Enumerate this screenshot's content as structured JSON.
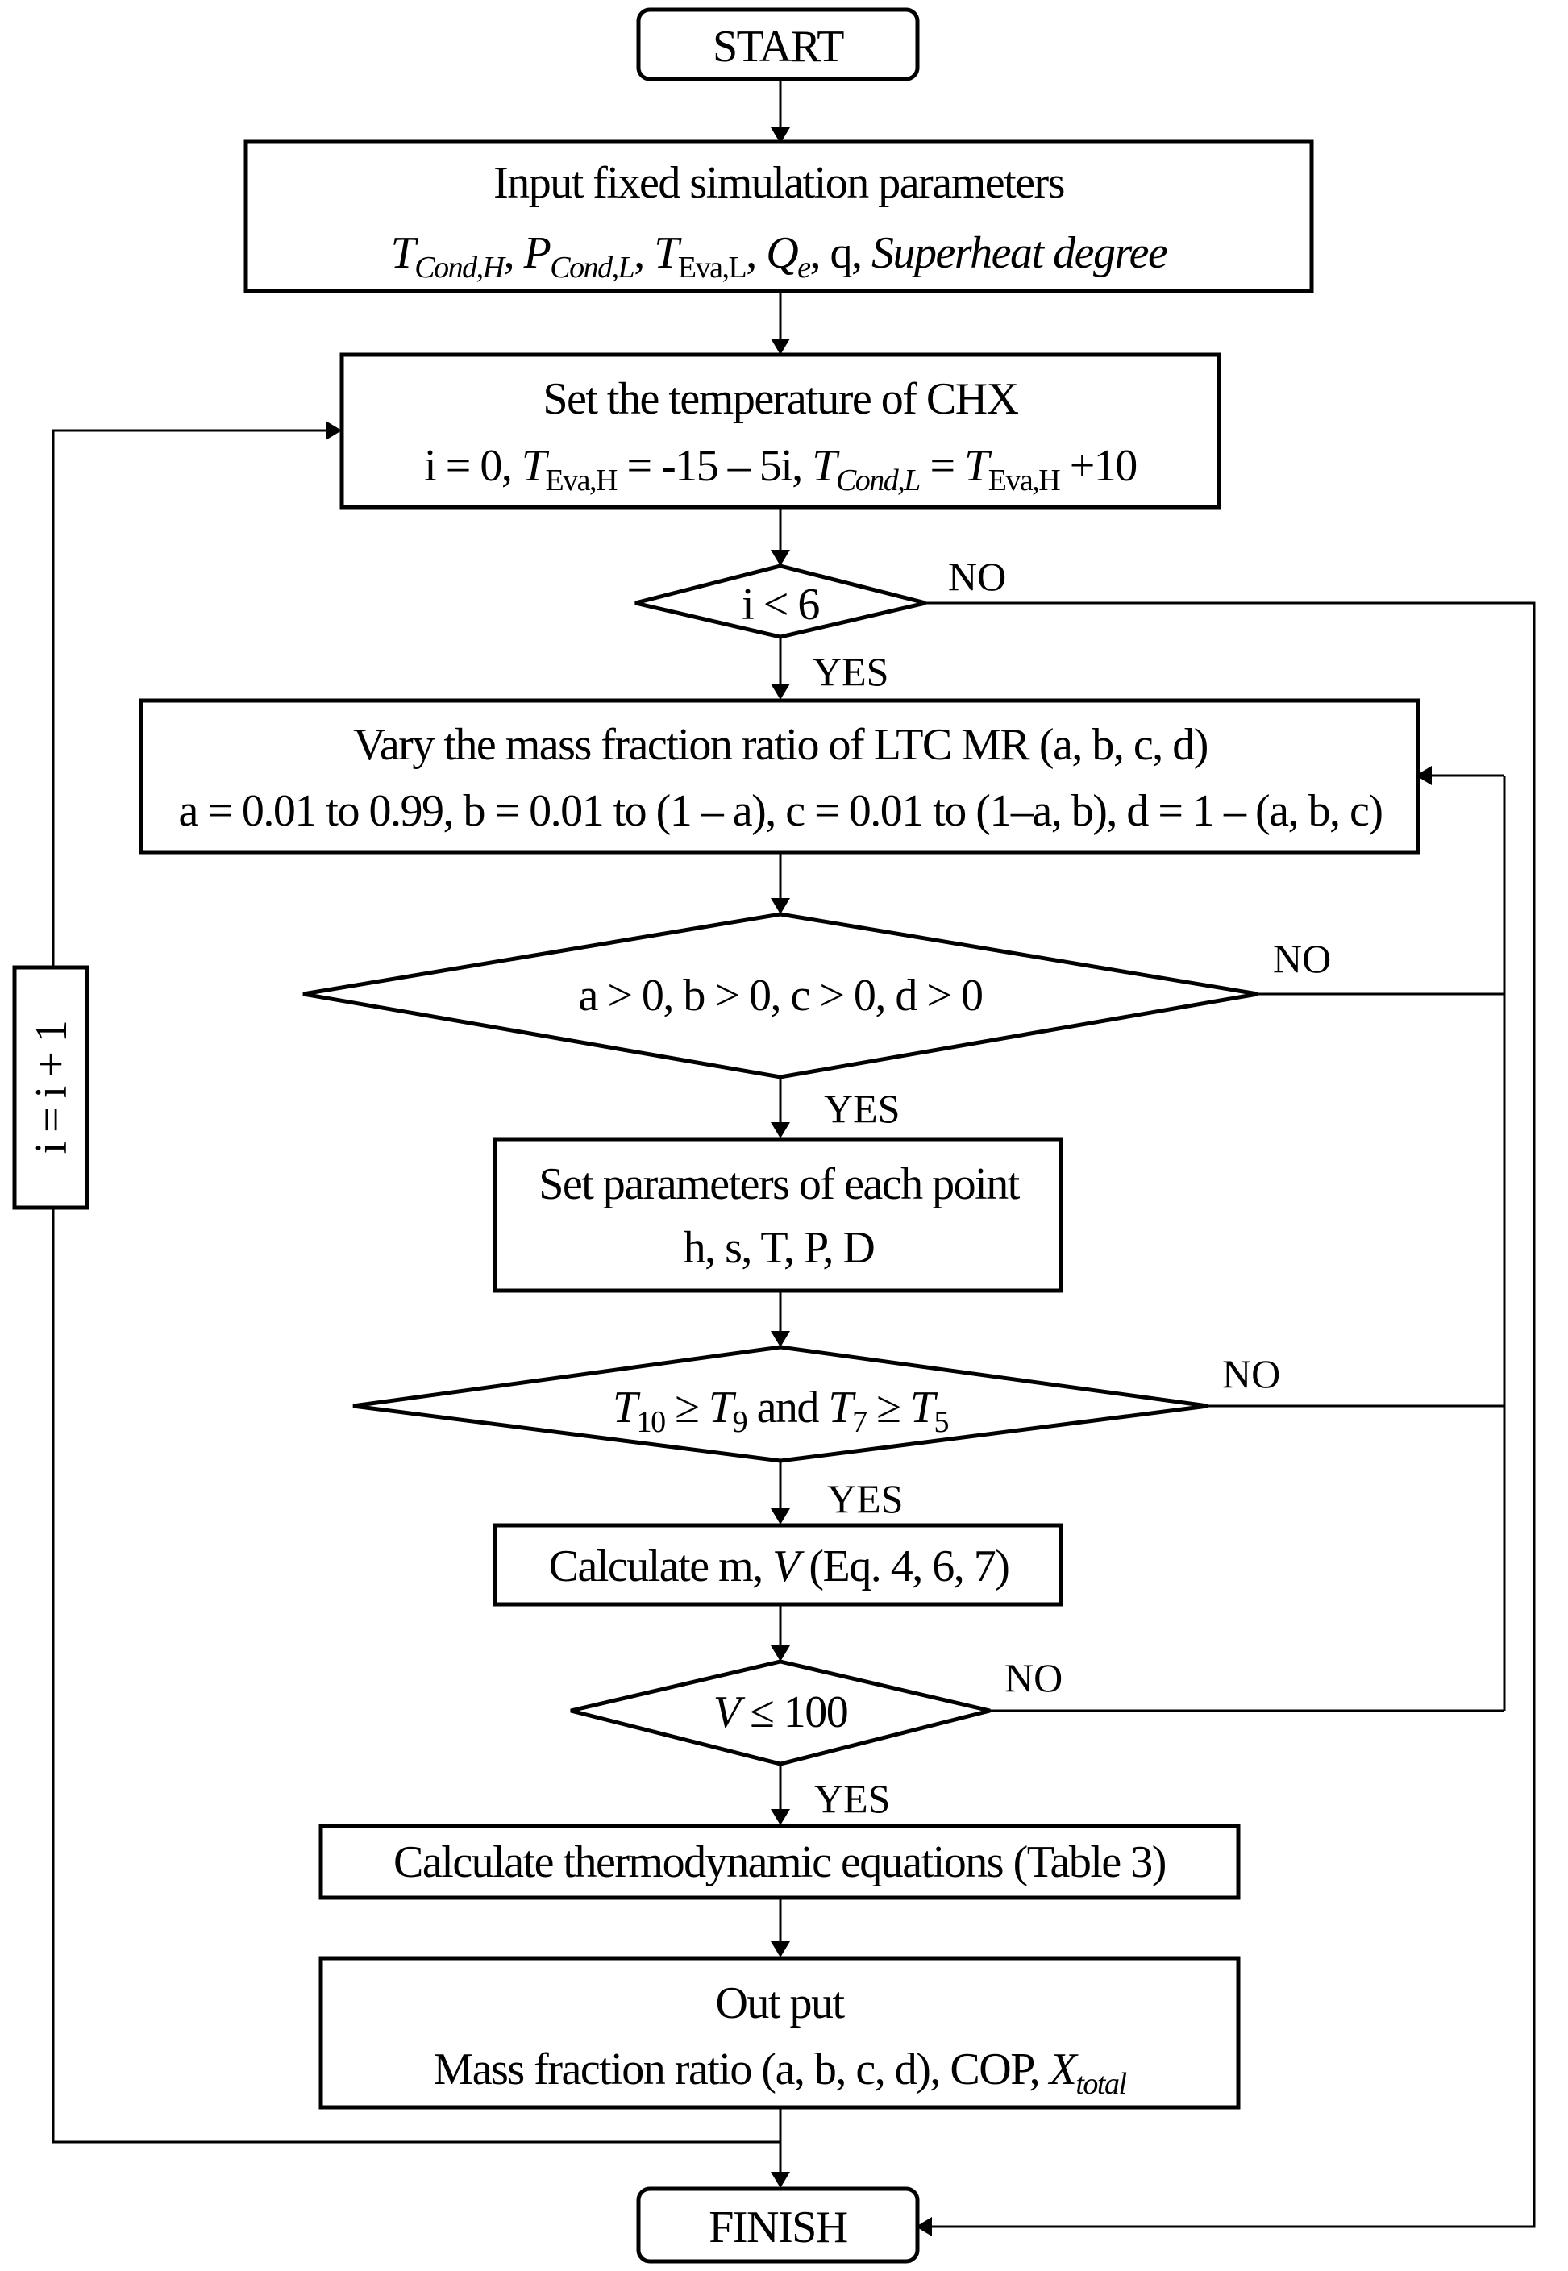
{
  "start": "START",
  "finish": "FINISH",
  "input": {
    "line1": "Input fixed simulation parameters",
    "T": "T",
    "Tsub": "Cond,H",
    "P": "P",
    "Psub": "Cond,L",
    "T2": "T",
    "T2sub": "Eva,L",
    "Q": "Q",
    "Qsub": "e",
    "q": "q,",
    "superheat": "Superheat degree"
  },
  "chx": {
    "line1": "Set the temperature of CHX",
    "i0": "i = 0,",
    "T": "T",
    "Tsub": "Eva,H",
    "eq": " = -15 – 5i,",
    "T2": "T",
    "T2sub": "Cond,L",
    "eq2": " = ",
    "T3": "T",
    "T3sub": "Eva,H",
    "plus": " +10"
  },
  "cond_i": "i < 6",
  "vary": {
    "line1": "Vary the mass fraction ratio of  LTC MR (a, b, c, d)",
    "line2": "a  = 0.01 to 0.99, b = 0.01 to (1 – a), c = 0.01 to (1–a, b), d = 1 – (a, b, c)"
  },
  "cond_abcd": "a > 0, b > 0, c > 0, d > 0",
  "params": {
    "line1": "Set parameters of each point",
    "line2": "h, s, T, P, D"
  },
  "cond_T": {
    "T1": "T",
    "T1sub": "10",
    "ge1": " ≥ ",
    "T2": "T",
    "T2sub": "9",
    "and": " and ",
    "T3": "T",
    "T3sub": "7",
    "ge2": " ≥ ",
    "T4": "T",
    "T4sub": "5"
  },
  "calc_m": {
    "pre": "Calculate m, ",
    "V": "V",
    "post": " (Eq. 4, 6, 7)"
  },
  "cond_V": {
    "V": "V",
    "rest": " ≤ 100"
  },
  "calc_thermo": "Calculate thermodynamic equations (Table 3)",
  "output": {
    "line1": "Out put",
    "line2": "Mass fraction ratio (a, b, c, d), COP, ",
    "X": "X",
    "Xsub": "total"
  },
  "loop": "i = i + 1",
  "labels": {
    "yes": "YES",
    "no": "NO"
  }
}
